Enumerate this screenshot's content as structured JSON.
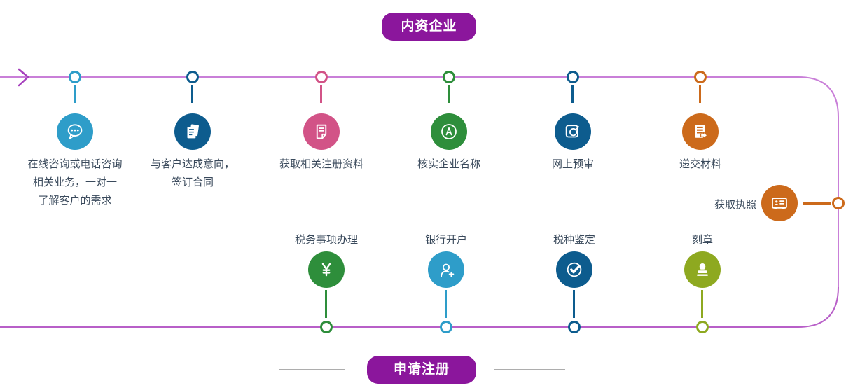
{
  "top_banner": {
    "label": "内资企业"
  },
  "bottom_banner": {
    "label": "申请注册"
  },
  "top_steps": [
    {
      "label": "在线咨询或电话咨询\n相关业务，一对一\n了解客户的需求",
      "icon": "chat-icon",
      "color": "#2e9dc9"
    },
    {
      "label": "与客户达成意向，\n签订合同",
      "icon": "contract-icon",
      "color": "#0d5c8e"
    },
    {
      "label": "获取相关注册资料",
      "icon": "registration-doc-icon",
      "color": "#d25387"
    },
    {
      "label": "核实企业名称",
      "icon": "verify-name-icon",
      "color": "#2e8e3b"
    },
    {
      "label": "网上预审",
      "icon": "online-review-icon",
      "color": "#0d5c8e"
    },
    {
      "label": "递交材料",
      "icon": "submit-materials-icon",
      "color": "#cc6a1b"
    }
  ],
  "license_step": {
    "label": "获取执照",
    "icon": "license-icon",
    "color": "#cc6a1b"
  },
  "bottom_steps": [
    {
      "label": "税务事项办理",
      "icon": "tax-icon",
      "color": "#2e8e3b"
    },
    {
      "label": "银行开户",
      "icon": "bank-account-icon",
      "color": "#2e9dc9"
    },
    {
      "label": "税种鉴定",
      "icon": "tax-type-icon",
      "color": "#0d5c8e"
    },
    {
      "label": "刻章",
      "icon": "stamp-icon",
      "color": "#8ea920"
    }
  ],
  "colors": {
    "banner_purple": "#8b169c",
    "timeline_top": "#c97fd8",
    "timeline_bottom": "#b85fc8",
    "arrow_purple": "#a640bd",
    "light_blue": "#2e9dc9",
    "dark_blue": "#0d5c8e",
    "pink": "#d25387",
    "green": "#2e8e3b",
    "orange": "#cc6a1b",
    "olive": "#8ea920",
    "label_text": "#3a4a5c",
    "side_line_gray": "#adadad"
  }
}
